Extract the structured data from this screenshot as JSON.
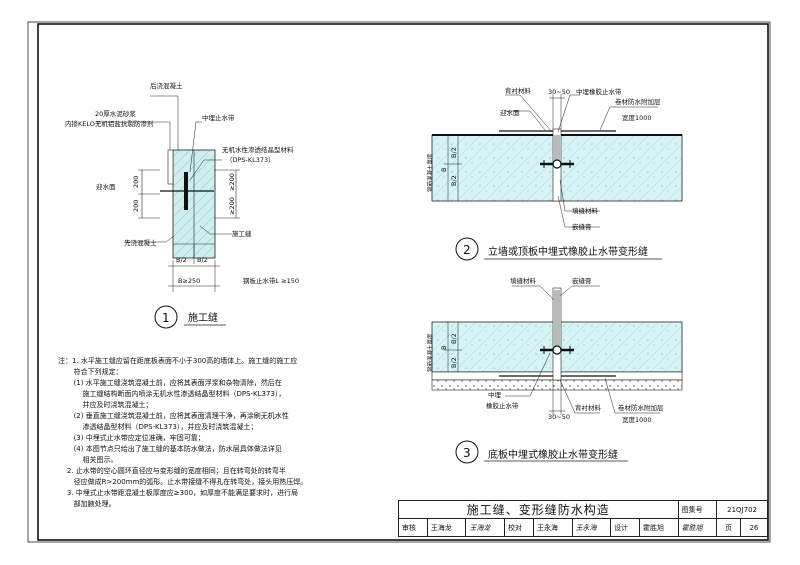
{
  "detail1": {
    "number": "1",
    "title": "施工缝",
    "labels": {
      "post_concrete": "后浇混凝土",
      "mortar_line1": "20厚水泥砂浆",
      "mortar_line2": "内掺KELO无机铝盐抗裂防渗剂",
      "waterstop": "中埋止水带",
      "crystal_line1": "无机水性渗透结晶型材料",
      "crystal_line2": "（DPS-KL373）",
      "water_side": "迎水面",
      "first_pour": "先浇混凝土",
      "construction_joint": "施工缝",
      "dim_200a": "200",
      "dim_200b": "200",
      "dim_ge200a": "≥200",
      "dim_ge200b": "≥200",
      "dim_b2a": "B/2",
      "dim_b2b": "B/2",
      "dim_b": "B≥250",
      "steel_note": "钢板止水带L ≥150"
    }
  },
  "detail2": {
    "number": "2",
    "title": "立墙或顶板中埋式橡胶止水带变形缝",
    "labels": {
      "dim_3050": "30~50",
      "waterstop": "中埋橡胶止水带",
      "backing": "背衬材料",
      "water_side": "迎水面",
      "reinforce_line1": "卷材防水附加层",
      "reinforce_line2": "宽度1000",
      "fill": "填缝材料",
      "sealant": "嵌缝膏",
      "thickness": "钢筋混凝土厚度",
      "b2a": "B/2",
      "b2b": "B/2",
      "bdim": "B"
    }
  },
  "detail3": {
    "number": "3",
    "title": "底板中埋式橡胶止水带变形缝",
    "labels": {
      "fill": "填缝材料",
      "sealant": "嵌缝膏",
      "mid1": "中埋",
      "mid2": "橡胶止水带",
      "dim_3050": "30~50",
      "backing": "背衬材料",
      "reinforce_line1": "卷材防水附加层",
      "reinforce_line2": "宽度1000",
      "thickness": "钢筋混凝土厚度",
      "b2a": "B/2",
      "b2b": "B/2",
      "bdim": "B"
    }
  },
  "notes": [
    "注：1. 水平施工缝应留在距底板表面不小于300高的墙体上。施工缝的施工应",
    "       符合下列规定：",
    "       (1) 水平施工缝浇筑混凝土前，应将其表面浮浆和杂物清除，然后在",
    "           施工缝结构断面内喷涂无机水性渗透结晶型材料（DPS-KL373），",
    "           并应及时浇筑混凝土；",
    "       (2) 垂直施工缝浇筑混凝土前，应将其表面清理干净，再涂刷无机水性",
    "           渗透结晶型材料（DPS-KL373），并应及时浇筑混凝土；",
    "       (3) 中埋式止水带应定位准确，牢固可靠；",
    "       (4) 本图节点只给出了施工缝的基本防水做法，防水层具体做法详见",
    "           相关图示。",
    "    2. 止水带的空心圆环直径应与变形缝的宽度相同；且在转弯处的转弯半",
    "       径应做成R>200mm的弧形。止水带接缝不得孔在转弯处，接头用热压焊。",
    "    3. 中埋式止水带距混凝土板厚度应≥300，如厚度不能满足要求时，进行局",
    "       部加腋处理。"
  ],
  "title_block": {
    "title": "施工缝、变形缝防水构造",
    "atlas_label": "图集号",
    "atlas_no": "21QJ702",
    "review_label": "审核",
    "reviewer": "王海龙",
    "reviewer_sig": "王海龙",
    "check_label": "校对",
    "checker": "王永海",
    "checker_sig": "王永海",
    "design_label": "设计",
    "designer": "霍胜旭",
    "designer_sig": "霍胜旭",
    "page_label": "页",
    "page_no": "26"
  }
}
